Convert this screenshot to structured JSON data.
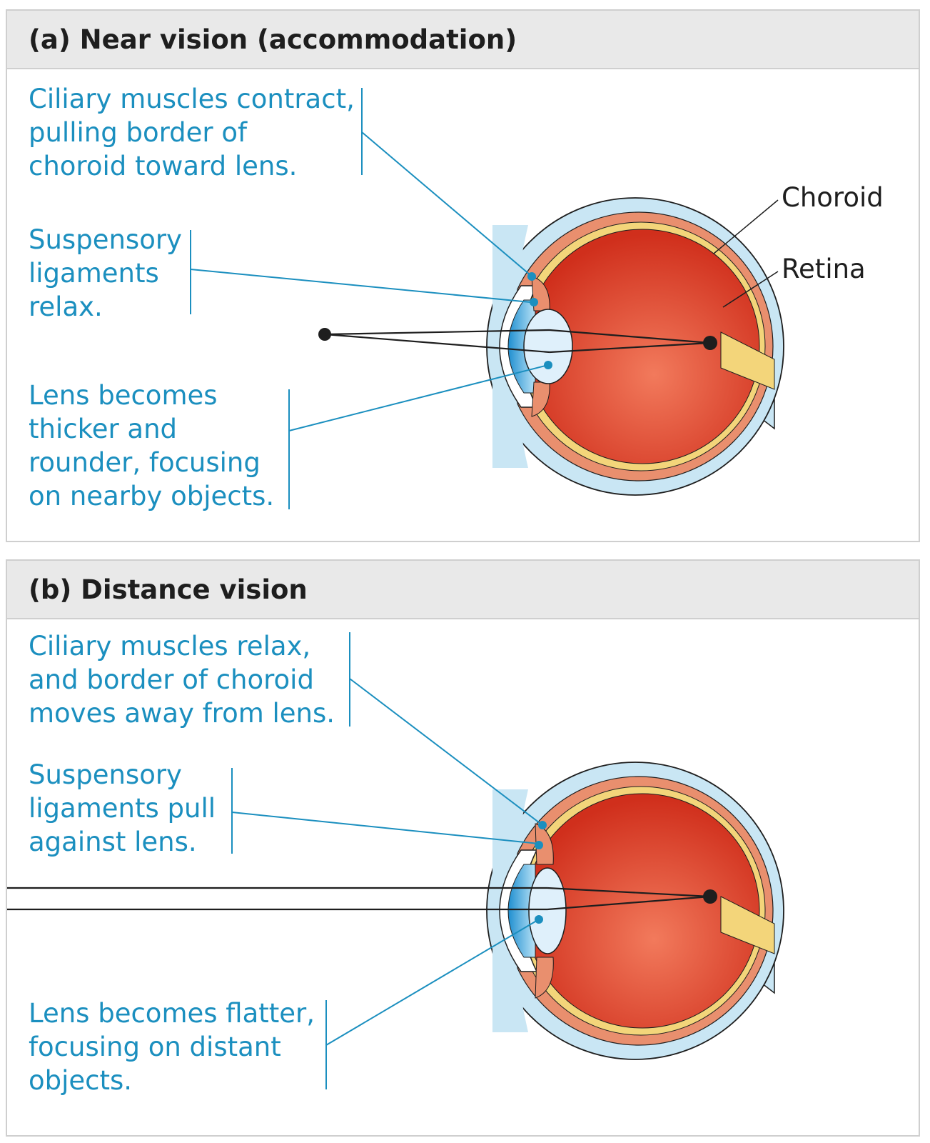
{
  "panel_a": {
    "title": "(a) Near vision (accommodation)",
    "ciliary": [
      "Ciliary muscles contract,",
      "pulling border of",
      "choroid toward lens."
    ],
    "suspensory": [
      "Suspensory",
      "ligaments",
      "relax."
    ],
    "lens": [
      "Lens becomes",
      "thicker and",
      "rounder, focusing",
      "on nearby objects."
    ],
    "choroid": "Choroid",
    "retina": "Retina"
  },
  "panel_b": {
    "title": "(b) Distance vision",
    "ciliary": [
      "Ciliary muscles relax,",
      "and border of choroid",
      "moves away from lens."
    ],
    "suspensory": [
      "Suspensory",
      "ligaments pull",
      "against lens."
    ],
    "lens": [
      "Lens becomes flatter,",
      "focusing on distant",
      "objects."
    ]
  },
  "colors": {
    "label": "#1b8fbf",
    "sclera": "#c9e6f4",
    "choroid": "#e98f6e",
    "retina": "#f3d57a",
    "vitreous": "#d63a22",
    "lens": "#dff0fb",
    "cornea_blue": "#2b9ad8"
  }
}
